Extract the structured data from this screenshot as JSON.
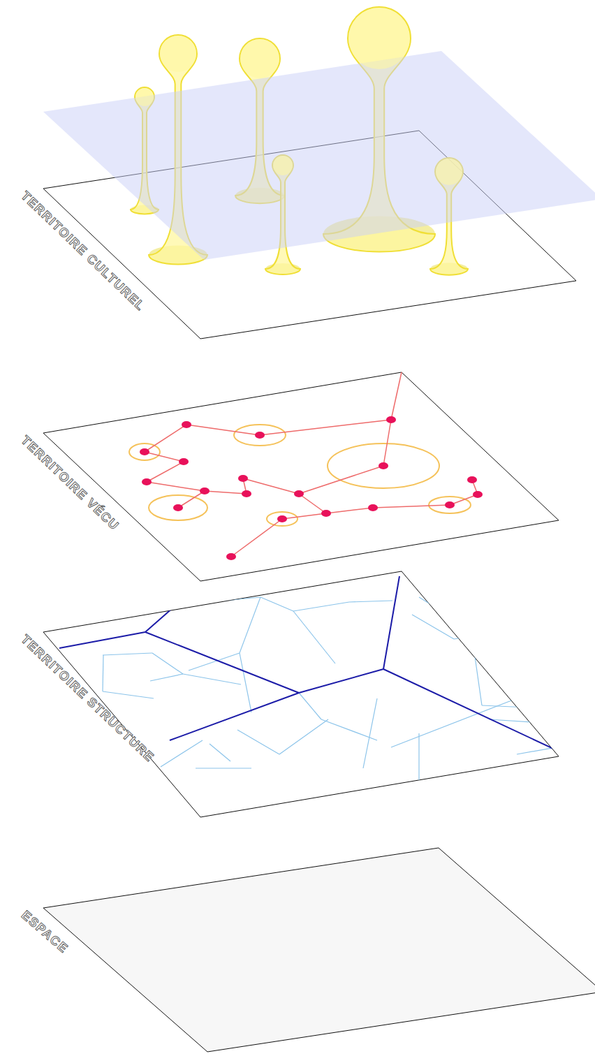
{
  "diagram": {
    "labels": [
      "TERRITOIRE CULTUREL",
      "TERRITOIRE VÉCU",
      "TERRITOIRE STRUCTURE",
      "ESPACE"
    ]
  }
}
